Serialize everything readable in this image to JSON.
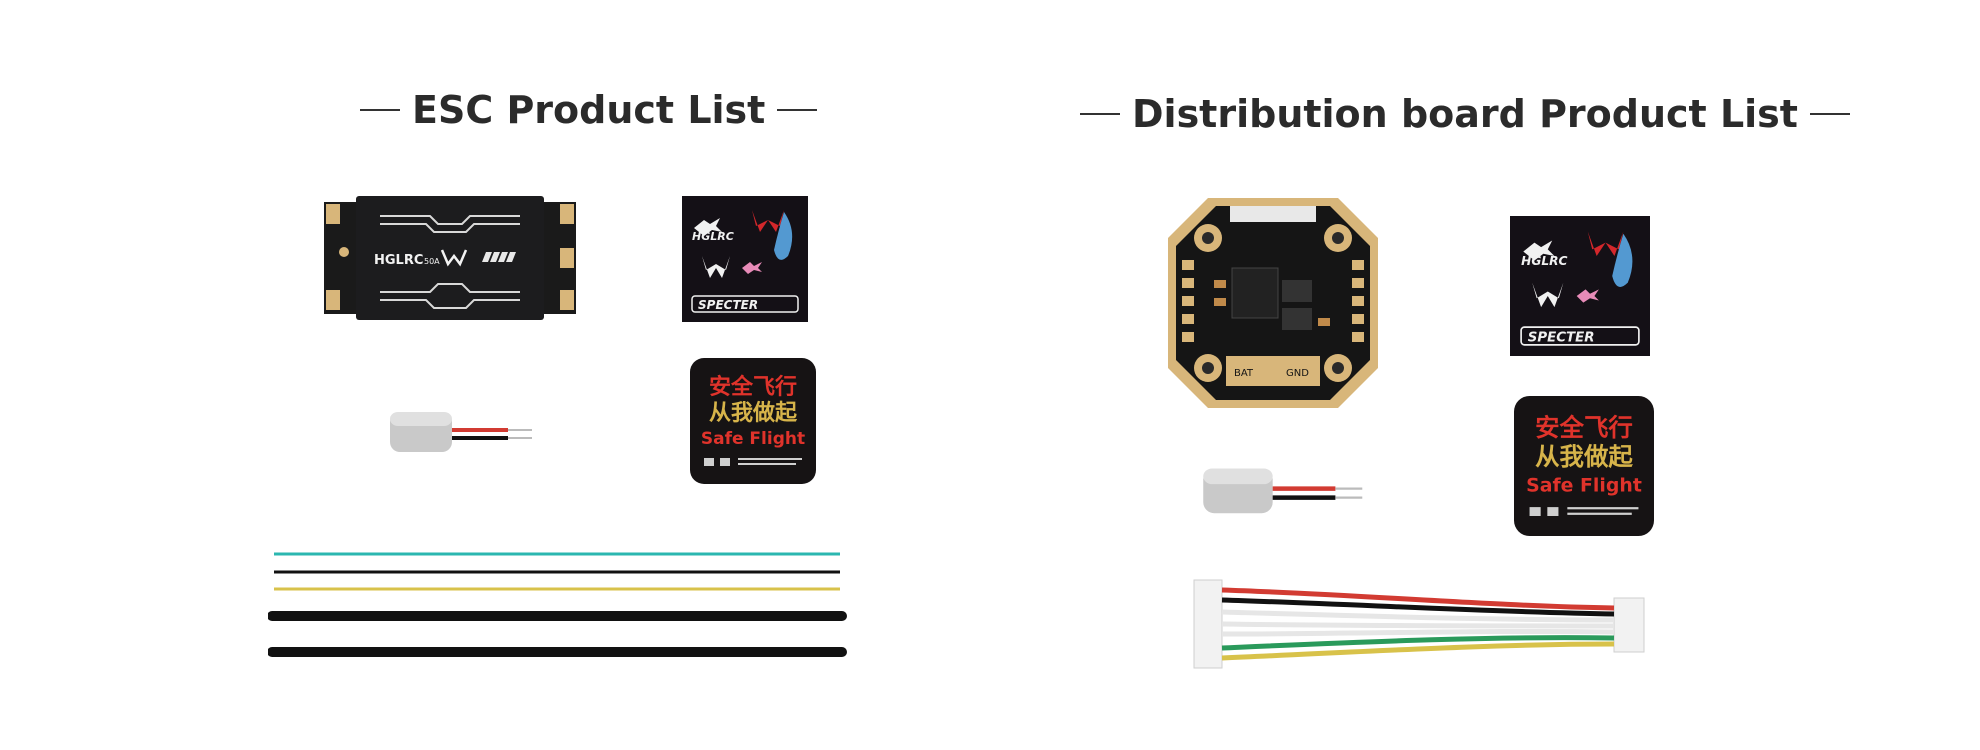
{
  "esc": {
    "title": "ESC Product List",
    "board_label": "HGLRC",
    "board_label_small": "50A"
  },
  "distribution": {
    "title": "Distribution board Product List",
    "pad_bat": "BAT",
    "pad_gnd": "GND"
  },
  "stickers": {
    "brand": "HGLRC",
    "specter": "SPECTER",
    "safe_cn_1": "安全飞行",
    "safe_cn_2": "从我做起",
    "safe_en": "Safe Flight"
  },
  "colors": {
    "wire_teal": "#2bb7b0",
    "wire_yellow": "#d8c24a",
    "wire_black": "#111111",
    "wire_red": "#d23b32",
    "wire_green": "#2a9a5b",
    "pcb_gold": "#d8b67a",
    "sticker_red": "#e0332b",
    "sticker_gold": "#d7b44a"
  }
}
